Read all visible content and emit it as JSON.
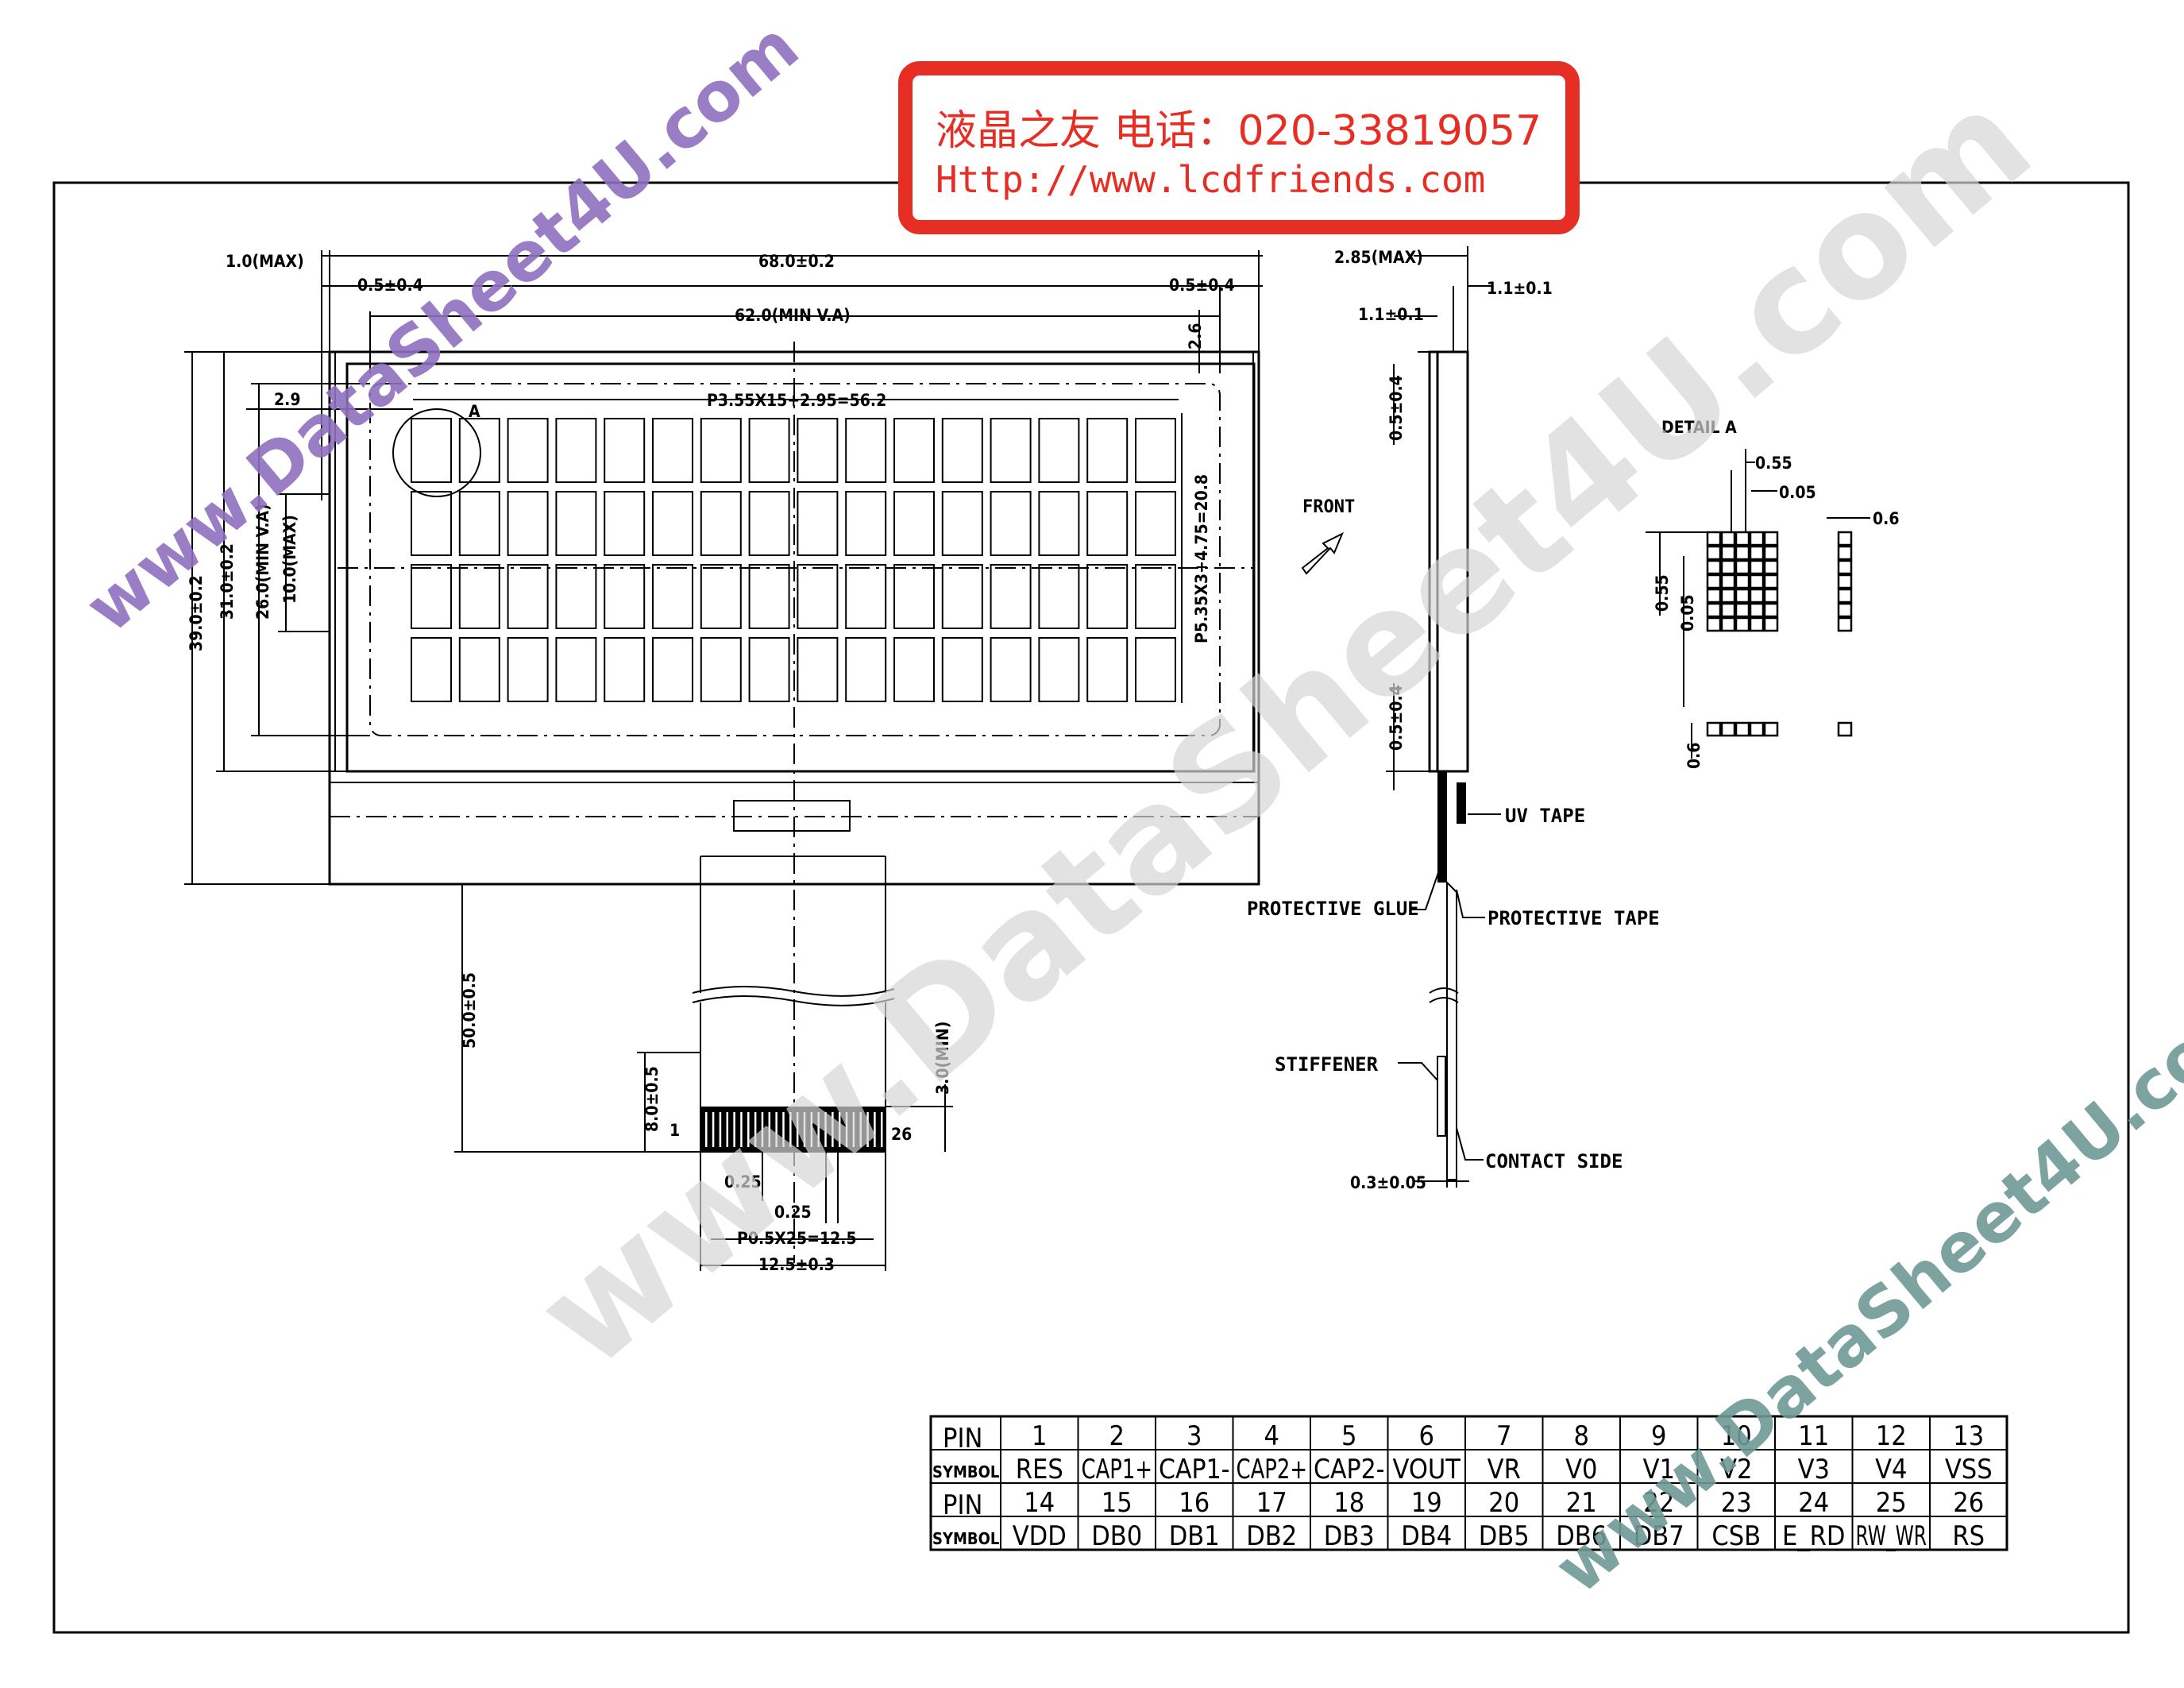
{
  "stamp": {
    "line1": "液晶之友 电话：020-33819057",
    "line2": "Http://www.lcdfriends.com"
  },
  "watermarks": [
    "www.DataSheet4U.com",
    "www.DataSheet4U.com",
    "www.DataSheet4U.com"
  ],
  "colors": {
    "stamp_red": "#e62e25",
    "watermark_purple": "#8e6fbf",
    "watermark_gray": "#d6d6d6",
    "watermark_teal": "#6f9a96"
  },
  "front_view": {
    "dim_top": [
      "1.0(MAX)",
      "68.0±0.2",
      "0.5±0.4",
      "0.5±0.4",
      "62.0(MIN V.A)",
      "2.6"
    ],
    "dim_pitch_x": "P3.55X15+2.95=56.2",
    "dim_left_gap": "2.9",
    "detail_marker": "A",
    "dim_pitch_y": "P5.35X3+4.75=20.8",
    "dim_left": [
      "39.0±0.2",
      "31.0±0.2",
      "26.0(MIN V.A)",
      "10.0(MAX)"
    ],
    "dim_fpc_length": "50.0±0.5",
    "dim_fpc_finger": "8.0±0.5",
    "dim_fpc_min": "3.0(MIN)",
    "fpc_pin_first": "1",
    "fpc_pin_last": "26",
    "dim_fpc_bottom": [
      "0.25",
      "0.25",
      "P0.5X25=12.5",
      "12.5±0.3"
    ]
  },
  "side_view": {
    "dims": [
      "2.85(MAX)",
      "1.1±0.1",
      "1.1±0.1",
      "0.5±0.4",
      "0.5±0.4",
      "0.3±0.05"
    ],
    "front_label": "FRONT",
    "labels": {
      "uv_tape": "UV TAPE",
      "protective_glue": "PROTECTIVE GLUE",
      "protective_tape": "PROTECTIVE TAPE",
      "stiffener": "STIFFENER",
      "contact_side": "CONTACT SIDE"
    }
  },
  "detail_a": {
    "title": "DETAIL A",
    "dims": [
      "0.55",
      "0.05",
      "0.6",
      "0.55",
      "0.05",
      "0.6"
    ]
  },
  "pin_table": {
    "pin_header": "PIN",
    "symbol_header": "SYMBOL",
    "rows": [
      {
        "pins": [
          "1",
          "2",
          "3",
          "4",
          "5",
          "6",
          "7",
          "8",
          "9",
          "10",
          "11",
          "12",
          "13"
        ],
        "symbols": [
          "RES",
          "CAP1+",
          "CAP1-",
          "CAP2+",
          "CAP2-",
          "VOUT",
          "VR",
          "V0",
          "V1",
          "V2",
          "V3",
          "V4",
          "VSS"
        ]
      },
      {
        "pins": [
          "14",
          "15",
          "16",
          "17",
          "18",
          "19",
          "20",
          "21",
          "22",
          "23",
          "24",
          "25",
          "26"
        ],
        "symbols": [
          "VDD",
          "DB0",
          "DB1",
          "DB2",
          "DB3",
          "DB4",
          "DB5",
          "DB6",
          "DB7",
          "CSB",
          "E_RD",
          "RW_WR",
          "RS"
        ]
      }
    ]
  }
}
